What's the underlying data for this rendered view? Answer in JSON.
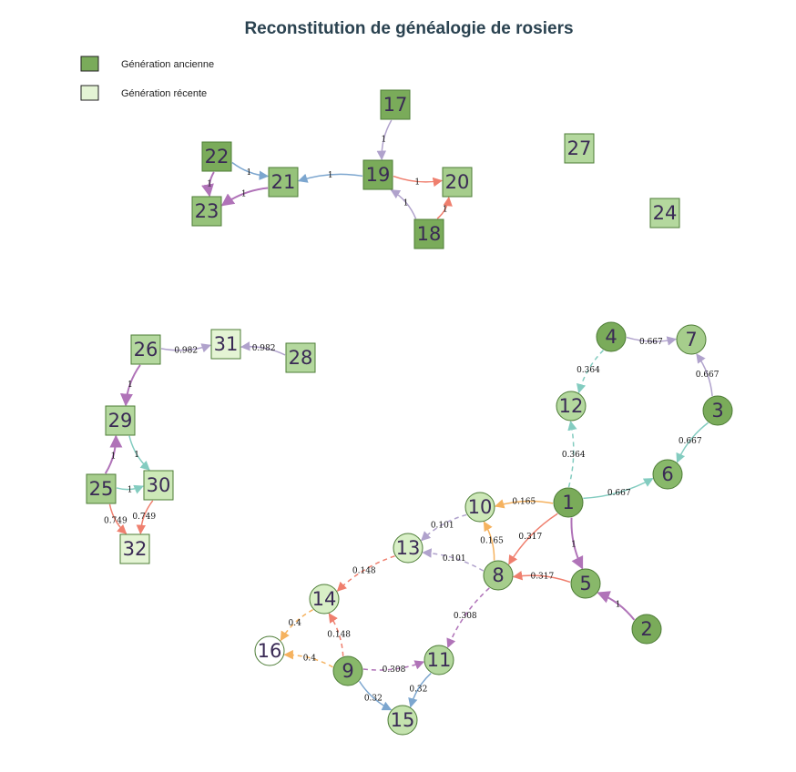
{
  "title": "Reconstitution de généalogie de rosiers",
  "legend": [
    {
      "label": "Génération ancienne",
      "color": "#7aab5a"
    },
    {
      "label": "Génération récente",
      "color": "#e4f4d4"
    }
  ],
  "colors": {
    "border": "#4d7c36",
    "lavender": "#b0a2cc",
    "blue": "#7ca6cf",
    "salmon": "#ef7f6e",
    "purple": "#b073b8",
    "teal": "#83ccc0",
    "orange": "#f5b25f"
  },
  "nodes": [
    {
      "id": "17",
      "shape": "square",
      "fill": "#7aab5a"
    },
    {
      "id": "22",
      "shape": "square",
      "fill": "#7aab5a"
    },
    {
      "id": "21",
      "shape": "square",
      "fill": "#96c27a"
    },
    {
      "id": "23",
      "shape": "square",
      "fill": "#96c27a"
    },
    {
      "id": "19",
      "shape": "square",
      "fill": "#7aab5a"
    },
    {
      "id": "20",
      "shape": "square",
      "fill": "#a6cd8c"
    },
    {
      "id": "18",
      "shape": "square",
      "fill": "#7aab5a"
    },
    {
      "id": "27",
      "shape": "square",
      "fill": "#b4d89e"
    },
    {
      "id": "24",
      "shape": "square",
      "fill": "#b4d89e"
    },
    {
      "id": "26",
      "shape": "square",
      "fill": "#b4d89e"
    },
    {
      "id": "31",
      "shape": "square",
      "fill": "#e4f4d4"
    },
    {
      "id": "28",
      "shape": "square",
      "fill": "#b4d89e"
    },
    {
      "id": "29",
      "shape": "square",
      "fill": "#b4d89e"
    },
    {
      "id": "25",
      "shape": "square",
      "fill": "#a6cd8c"
    },
    {
      "id": "30",
      "shape": "square",
      "fill": "#cde8b8"
    },
    {
      "id": "32",
      "shape": "square",
      "fill": "#e4f4d4"
    },
    {
      "id": "4",
      "shape": "circle",
      "fill": "#7aab5a"
    },
    {
      "id": "7",
      "shape": "circle",
      "fill": "#a6cd8c"
    },
    {
      "id": "12",
      "shape": "circle",
      "fill": "#b4d89e"
    },
    {
      "id": "3",
      "shape": "circle",
      "fill": "#7aab5a"
    },
    {
      "id": "6",
      "shape": "circle",
      "fill": "#88b86a"
    },
    {
      "id": "1",
      "shape": "circle",
      "fill": "#7aab5a"
    },
    {
      "id": "10",
      "shape": "circle",
      "fill": "#cde8b8"
    },
    {
      "id": "13",
      "shape": "circle",
      "fill": "#d8efc6"
    },
    {
      "id": "8",
      "shape": "circle",
      "fill": "#a6cd8c"
    },
    {
      "id": "5",
      "shape": "circle",
      "fill": "#88b86a"
    },
    {
      "id": "2",
      "shape": "circle",
      "fill": "#7aab5a"
    },
    {
      "id": "14",
      "shape": "circle",
      "fill": "#d8efc6"
    },
    {
      "id": "16",
      "shape": "circle",
      "fill": "#ffffff"
    },
    {
      "id": "9",
      "shape": "circle",
      "fill": "#88b86a"
    },
    {
      "id": "11",
      "shape": "circle",
      "fill": "#b4d89e"
    },
    {
      "id": "15",
      "shape": "circle",
      "fill": "#c4e3ae"
    }
  ],
  "edges": [
    {
      "from": "17",
      "to": "19",
      "label": "1",
      "color": "lavender",
      "dashed": false
    },
    {
      "from": "22",
      "to": "21",
      "label": "1",
      "color": "blue",
      "dashed": false
    },
    {
      "from": "22",
      "to": "23",
      "label": "1",
      "color": "purple",
      "dashed": false
    },
    {
      "from": "21",
      "to": "23",
      "label": "1",
      "color": "purple",
      "dashed": false
    },
    {
      "from": "19",
      "to": "21",
      "label": "1",
      "color": "blue",
      "dashed": false
    },
    {
      "from": "19",
      "to": "20",
      "label": "1",
      "color": "salmon",
      "dashed": false
    },
    {
      "from": "18",
      "to": "19",
      "label": "1",
      "color": "lavender",
      "dashed": false
    },
    {
      "from": "18",
      "to": "20",
      "label": "1",
      "color": "salmon",
      "dashed": false
    },
    {
      "from": "26",
      "to": "31",
      "label": "0.982",
      "color": "lavender",
      "dashed": false
    },
    {
      "from": "28",
      "to": "31",
      "label": "0.982",
      "color": "lavender",
      "dashed": false
    },
    {
      "from": "26",
      "to": "29",
      "label": "1",
      "color": "purple",
      "dashed": false
    },
    {
      "from": "25",
      "to": "29",
      "label": "1",
      "color": "purple",
      "dashed": false
    },
    {
      "from": "29",
      "to": "30",
      "label": "1",
      "color": "teal",
      "dashed": false
    },
    {
      "from": "25",
      "to": "30",
      "label": "1",
      "color": "teal",
      "dashed": false
    },
    {
      "from": "25",
      "to": "32",
      "label": "0.749",
      "color": "salmon",
      "dashed": false
    },
    {
      "from": "30",
      "to": "32",
      "label": "0.749",
      "color": "salmon",
      "dashed": false
    },
    {
      "from": "4",
      "to": "7",
      "label": "0.667",
      "color": "lavender",
      "dashed": false
    },
    {
      "from": "4",
      "to": "12",
      "label": "0.364",
      "color": "teal",
      "dashed": true
    },
    {
      "from": "3",
      "to": "7",
      "label": "0.667",
      "color": "lavender",
      "dashed": false
    },
    {
      "from": "3",
      "to": "6",
      "label": "0.667",
      "color": "teal",
      "dashed": false
    },
    {
      "from": "1",
      "to": "6",
      "label": "0.667",
      "color": "teal",
      "dashed": false
    },
    {
      "from": "1",
      "to": "12",
      "label": "0.364",
      "color": "teal",
      "dashed": true
    },
    {
      "from": "1",
      "to": "10",
      "label": "0.165",
      "color": "orange",
      "dashed": false
    },
    {
      "from": "1",
      "to": "8",
      "label": "0.317",
      "color": "salmon",
      "dashed": false
    },
    {
      "from": "1",
      "to": "5",
      "label": "1",
      "color": "purple",
      "dashed": false
    },
    {
      "from": "5",
      "to": "8",
      "label": "0.317",
      "color": "salmon",
      "dashed": false
    },
    {
      "from": "2",
      "to": "5",
      "label": "1",
      "color": "purple",
      "dashed": false
    },
    {
      "from": "8",
      "to": "10",
      "label": "0.165",
      "color": "orange",
      "dashed": false
    },
    {
      "from": "8",
      "to": "13",
      "label": "0.101",
      "color": "lavender",
      "dashed": true
    },
    {
      "from": "10",
      "to": "13",
      "label": "0.101",
      "color": "lavender",
      "dashed": true
    },
    {
      "from": "13",
      "to": "14",
      "label": "0.148",
      "color": "salmon",
      "dashed": true
    },
    {
      "from": "9",
      "to": "14",
      "label": "0.148",
      "color": "salmon",
      "dashed": true
    },
    {
      "from": "14",
      "to": "16",
      "label": "0.4",
      "color": "orange",
      "dashed": true
    },
    {
      "from": "9",
      "to": "16",
      "label": "0.4",
      "color": "orange",
      "dashed": true
    },
    {
      "from": "8",
      "to": "11",
      "label": "0.308",
      "color": "purple",
      "dashed": true
    },
    {
      "from": "9",
      "to": "11",
      "label": "0.308",
      "color": "purple",
      "dashed": true
    },
    {
      "from": "9",
      "to": "15",
      "label": "0.32",
      "color": "blue",
      "dashed": false
    },
    {
      "from": "11",
      "to": "15",
      "label": "0.32",
      "color": "blue",
      "dashed": false
    }
  ]
}
